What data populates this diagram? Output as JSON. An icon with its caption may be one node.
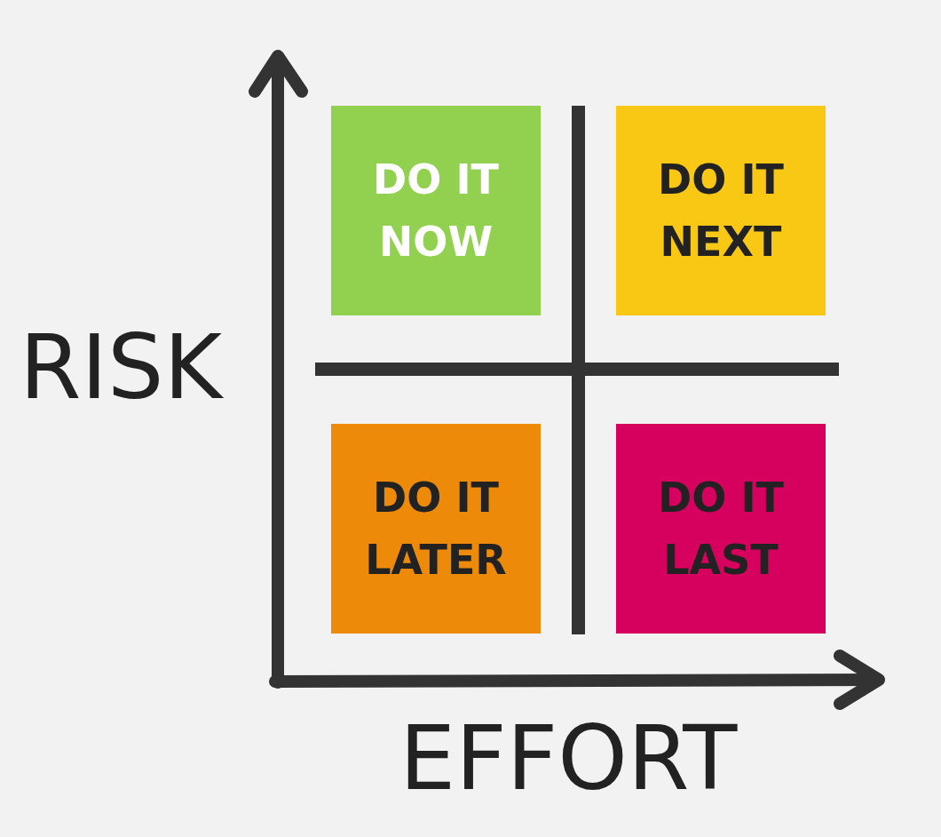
{
  "diagram": {
    "nodes": [
      {
        "text": [
          "DO IT NOW"
        ]
      },
      {
        "text": [
          "DO IT NEXT"
        ]
      },
      {
        "text": [
          "DO IT LATER"
        ]
      },
      {
        "text": [
          "DO IT LAST"
        ]
      }
    ],
    "labels": [
      "RISK",
      "EFFORT"
    ]
  }
}
